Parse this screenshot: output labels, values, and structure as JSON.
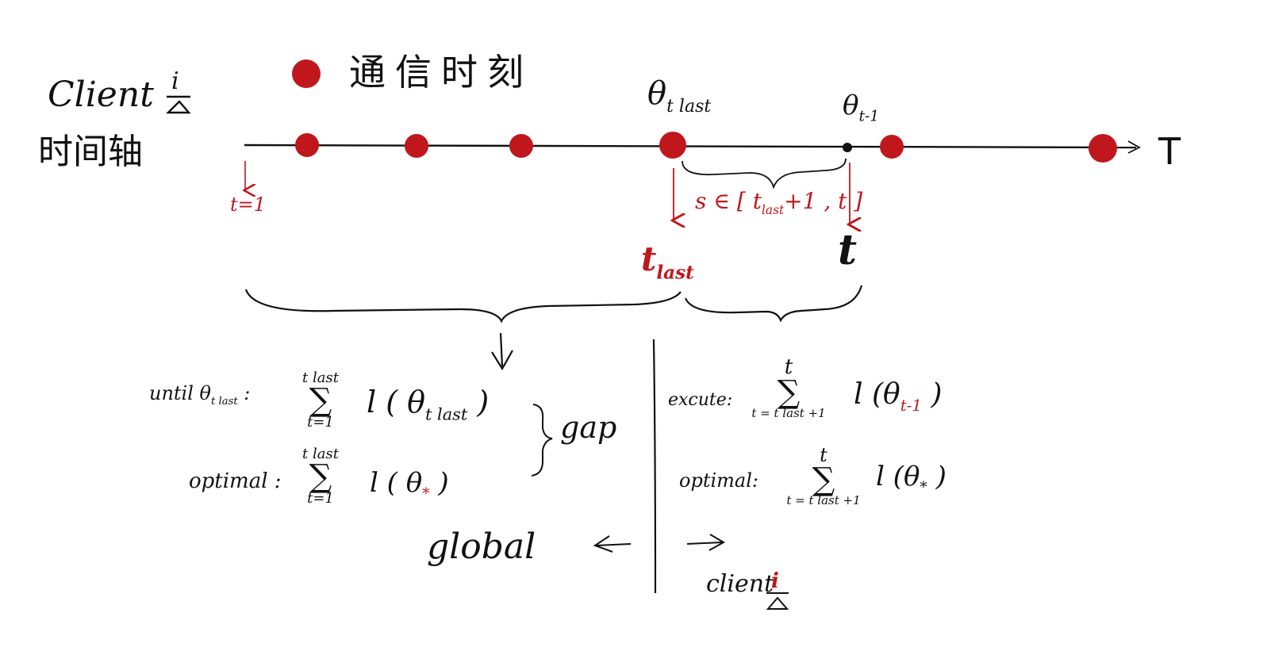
{
  "title": {
    "client_label": "Client",
    "client_index": "i",
    "timeline_label": "时间轴"
  },
  "legend": {
    "dot_label": "通信时刻",
    "dot_color": "#c0171c"
  },
  "timeline": {
    "axis_label": "T",
    "theta_last": "θ",
    "theta_last_sub": "t last",
    "theta_t1": "θ",
    "theta_t1_sub": "t-1",
    "start_label": "t=1",
    "t_last": "t",
    "t_last_sub": "last",
    "t_now": "t",
    "s_range": "s ∈ [ t",
    "s_range_sub": "last",
    "s_range_tail": "+1 , t ]"
  },
  "left_panel": {
    "until_label": "until θ",
    "until_sub": "t last",
    "until_colon": ":",
    "sum1_top": "t last",
    "sum1_bot": "t=1",
    "sum1_expr": "l ( θ",
    "sum1_expr_sub": "t last",
    "sum1_close": ")",
    "optimal_label": "optimal :",
    "sum2_top": "t last",
    "sum2_bot": "t=1",
    "sum2_expr": "l ( θ",
    "sum2_expr_sub": "*",
    "sum2_close": ")",
    "gap_label": "gap",
    "bottom_label": "global"
  },
  "right_panel": {
    "excute_label": "excute:",
    "sum3_top": "t",
    "sum3_bot": "t = t last +1",
    "sum3_expr": "l (θ",
    "sum3_expr_sub": "t-1",
    "sum3_close": ")",
    "optimal_label": "optimal:",
    "sum4_top": "t",
    "sum4_bot": "t = t last +1",
    "sum4_expr": "l (θ",
    "sum4_expr_sub": "*",
    "sum4_close": ")",
    "bottom_label": "client",
    "bottom_index": "i"
  }
}
